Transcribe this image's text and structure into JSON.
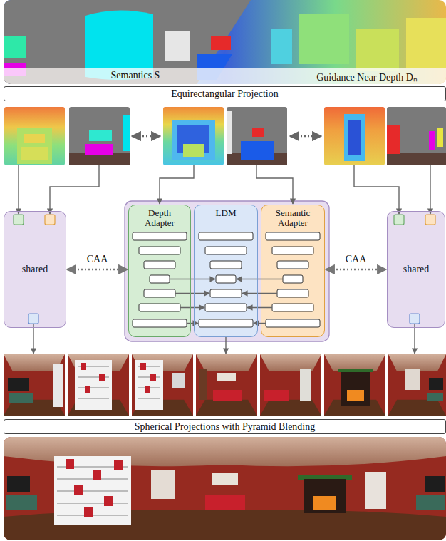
{
  "diagram": {
    "nodes": [
      {
        "text": [
          "Equirectangular Projection"
        ]
      },
      {
        "text": [
          "shared"
        ]
      },
      {
        "text": [
          "Depth Adapter"
        ]
      },
      {
        "text": [
          "LDM"
        ]
      },
      {
        "text": [
          "Semantic Adapter"
        ]
      },
      {
        "text": [
          "shared"
        ]
      },
      {
        "text": [
          "Spherical Projections with Pyramid Blending"
        ]
      }
    ],
    "edges": [
      {
        "from": 1,
        "to": 2,
        "label": "CAA",
        "arrow": "both"
      },
      {
        "from": 4,
        "to": 5,
        "label": "CAA",
        "arrow": "both"
      }
    ],
    "labels": [
      "Semantics S",
      "Guidance Near Depth Dₙ"
    ]
  }
}
